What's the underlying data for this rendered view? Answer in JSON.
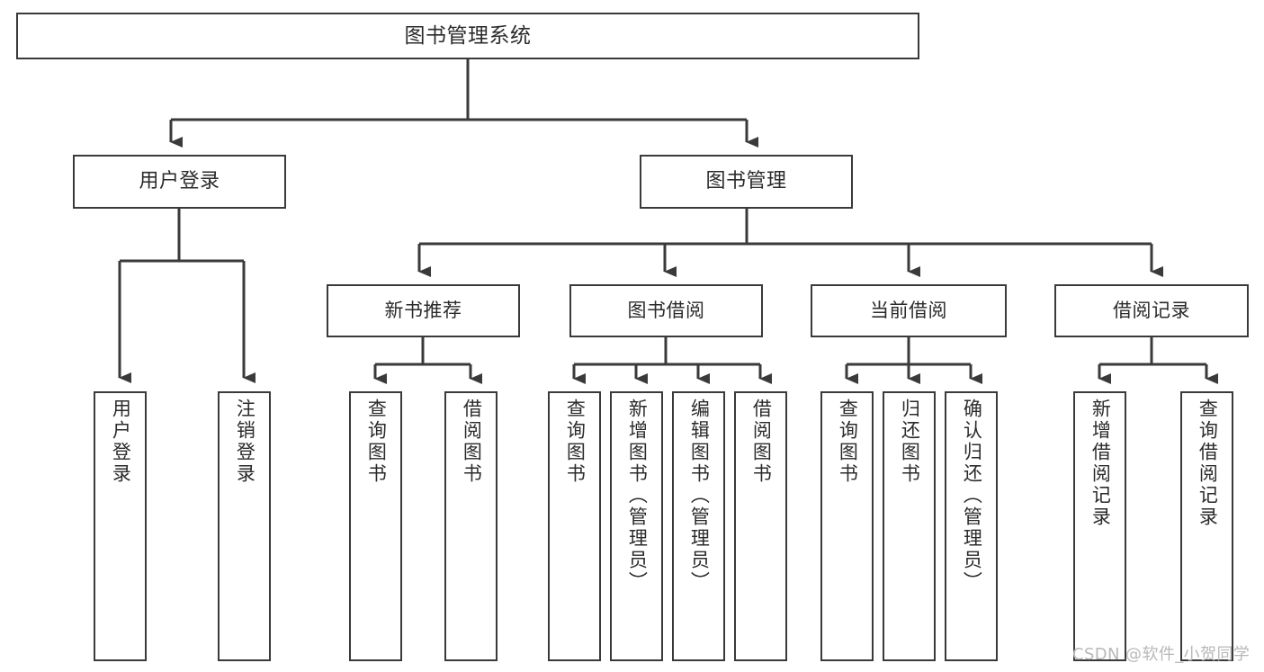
{
  "diagram": {
    "title": "图书管理系统",
    "root": {
      "label": "图书管理系统"
    },
    "level2": [
      {
        "label": "用户登录"
      },
      {
        "label": "图书管理"
      }
    ],
    "level3": [
      {
        "label": "新书推荐"
      },
      {
        "label": "图书借阅"
      },
      {
        "label": "当前借阅"
      },
      {
        "label": "借阅记录"
      }
    ],
    "leaves": {
      "user_login": [
        {
          "label": "用户登录"
        },
        {
          "label": "注销登录"
        }
      ],
      "new_book_recommend": [
        {
          "label": "查询图书"
        },
        {
          "label": "借阅图书"
        }
      ],
      "book_borrow": [
        {
          "label": "查询图书"
        },
        {
          "label": "新增图书（管理员）"
        },
        {
          "label": "编辑图书（管理员）"
        },
        {
          "label": "借阅图书"
        }
      ],
      "current_borrow": [
        {
          "label": "查询图书"
        },
        {
          "label": "归还图书"
        },
        {
          "label": "确认归还（管理员）"
        }
      ],
      "borrow_record": [
        {
          "label": "新增借阅记录"
        },
        {
          "label": "查询借阅记录"
        }
      ]
    }
  },
  "watermark": {
    "text": "CSDN @软件_小贺同学"
  },
  "colors": {
    "box_border": "#3a3a3a",
    "box_fill": "#ffffff",
    "text": "#2b2b2b",
    "connector": "#3a3a3a",
    "watermark": "#b8b8b8",
    "background": "#ffffff"
  }
}
